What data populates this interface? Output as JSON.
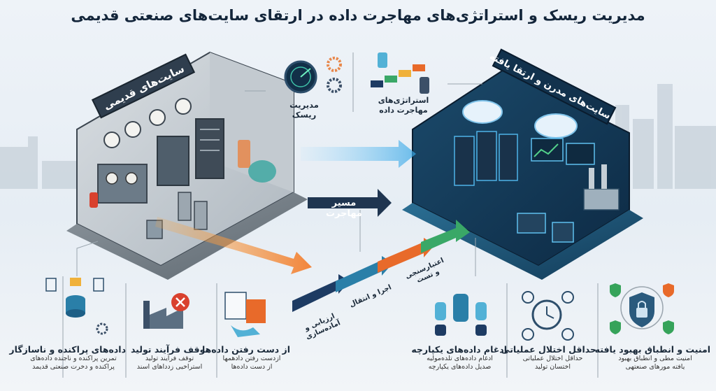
{
  "title": "مدیریت ریسک و استراتژی‌های مهاجرت داده در ارتقای سایت‌های صنعتی قدیمی",
  "legacy_site": {
    "label": "سایت‌های قدیمی"
  },
  "modern_site": {
    "label": "سایت‌های مدرن و ارتقا یافته"
  },
  "top_icons": {
    "risk": "مدیریت ریسک",
    "strategy_line1": "استراتژی‌های",
    "strategy_line2": "مهاجرت داده"
  },
  "migration_path": "مسیر مهاجرت",
  "steps": [
    {
      "line1": "ارزیابی و",
      "line2": "آماده‌سازی"
    },
    {
      "line1": "اجرا و انتقال",
      "line2": ""
    },
    {
      "line1": "اعتبارسنجی",
      "line2": "و تست"
    }
  ],
  "bottom_items": [
    {
      "title": "داده‌های پراکنده و ناسازگار",
      "desc1": "تمرین پراکنده و ناجنده داده‌های",
      "desc2": "پراکنده و دخرت صنعتی قدیمد"
    },
    {
      "title": "توقف فرآیند تولید",
      "desc1": "توقف فرآیند تولید",
      "desc2": "استراخیی زدداهای اسند"
    },
    {
      "title": "از دست رفتن داده‌ها",
      "desc1": "ازدست رفتن دادهمها",
      "desc2": "از دست داده‌ها"
    },
    {
      "title": "ادغام داده‌های یکپارچه",
      "desc1": "ادغام داده‌های تلده‌مولیه",
      "desc2": "صدیل داده‌های یکپارچه"
    },
    {
      "title": "حداقل اختلال عملیاتی",
      "desc1": "حداقل اختلال عملیاتی",
      "desc2": "اختسان تولید"
    },
    {
      "title": "امنیت و انطباق بهبود یافته",
      "desc1": "امنیت مطی و انطباق بهبود",
      "desc2": "یافته مورهای صنعتهی"
    }
  ],
  "colors": {
    "legacy_banner": "#2f3e4e",
    "modern_banner": "#12324d",
    "arrow_dark": "#1f3550",
    "step1": "#1d3b63",
    "step2": "#2a7fa8",
    "step3": "#e86a2a",
    "step4": "#3aa867",
    "accent_green": "#36a35a",
    "accent_red": "#d9412e"
  }
}
